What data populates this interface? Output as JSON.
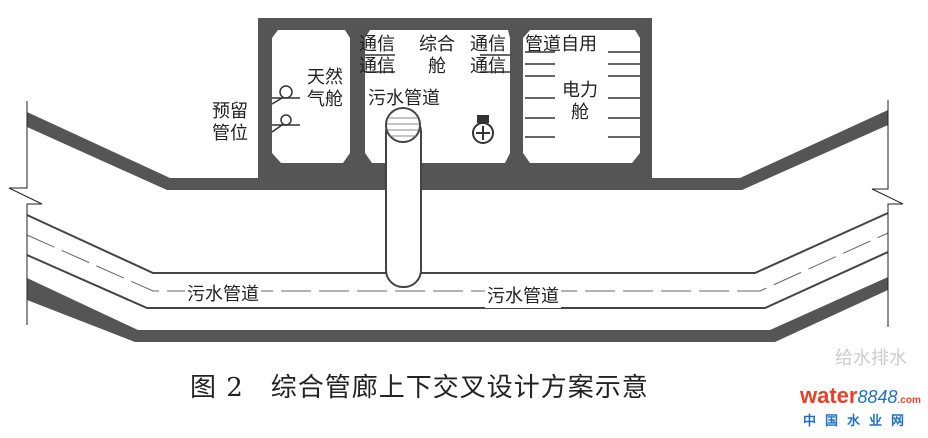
{
  "labels": {
    "reserved_pipe": [
      "预留",
      "管位"
    ],
    "gas_cabin": [
      "天然",
      "气舱"
    ],
    "comm_left": [
      "通信",
      "通信"
    ],
    "combined_cabin": [
      "综合",
      "舱"
    ],
    "comm_right": [
      "通信",
      "通信"
    ],
    "pipe_self_use": "管道自用",
    "power_cabin": [
      "电力",
      "舱"
    ],
    "sewer_in_cabin": "污水管道",
    "sewer_bottom_left": "污水管道",
    "sewer_bottom_right": "污水管道"
  },
  "caption": "图 2　综合管廊上下交叉设计方案示意",
  "watermark": {
    "wechat": "给水排水",
    "brand": "water",
    "brand_num": "8848",
    "brand_suffix": ".com",
    "site": "中国水业网"
  },
  "colors": {
    "structure": "#555555",
    "line": "#444444"
  }
}
